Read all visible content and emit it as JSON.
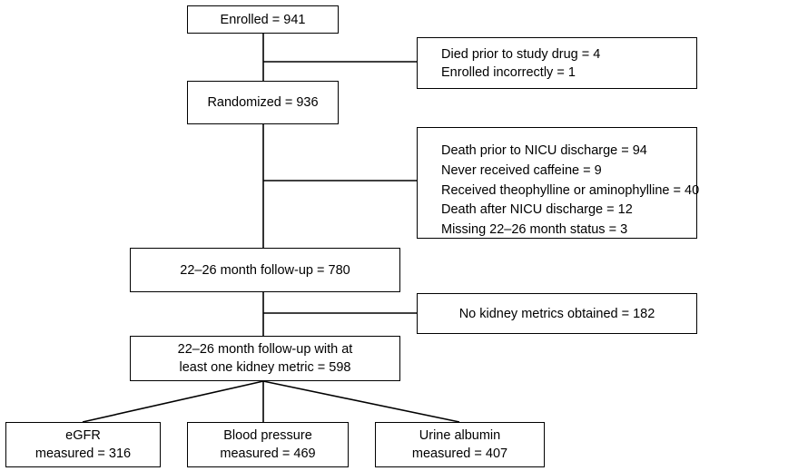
{
  "flowchart": {
    "enrolled": "Enrolled = 941",
    "exclusion1": [
      "Died prior to study drug = 4",
      "Enrolled incorrectly = 1"
    ],
    "randomized": "Randomized = 936",
    "exclusion2": [
      "Death prior to NICU discharge = 94",
      "Never received caffeine = 9",
      "Received theophylline or aminophylline = 40",
      "Death after NICU discharge = 12",
      "Missing 22–26 month status = 3"
    ],
    "followup": "22–26 month follow-up = 780",
    "exclusion3": "No kidney metrics obtained = 182",
    "followup_kidney": [
      "22–26 month follow-up with at",
      "least one kidney metric = 598"
    ],
    "egfr": [
      "eGFR",
      "measured = 316"
    ],
    "blood_pressure": [
      "Blood pressure",
      "measured = 469"
    ],
    "urine_albumin": [
      "Urine albumin",
      "measured = 407"
    ]
  }
}
